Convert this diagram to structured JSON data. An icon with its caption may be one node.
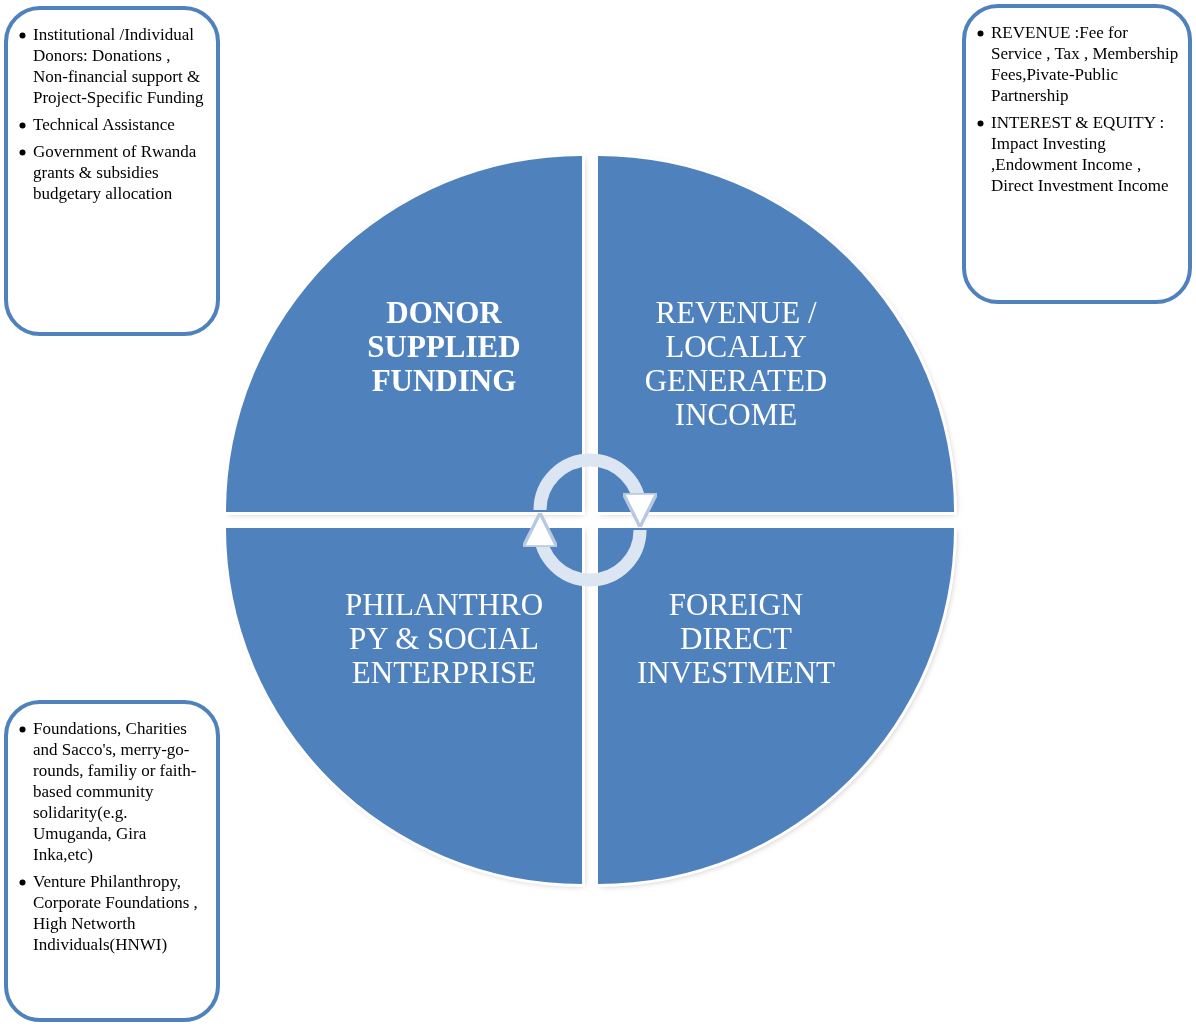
{
  "diagram": {
    "nodes": [
      {
        "text": [
          "Institutional /Individual Donors: Donations , Non-financial support & Project-Specific Funding",
          "Technical Assistance",
          "Government of Rwanda grants & subsidies budgetary allocation"
        ]
      },
      {
        "text": [
          "REVENUE :Fee for Service , Tax , Membership Fees,Pivate-Public Partnership",
          "INTEREST & EQUITY : Impact Investing ,Endowment Income , Direct Investment Income"
        ]
      },
      {
        "text": [
          "DONOR SUPPLIED FUNDING"
        ]
      },
      {
        "text": [
          "REVENUE / LOCALLY GENERATED INCOME"
        ]
      },
      {
        "text": [
          "PHILANTHRO PY & SOCIAL ENTERPRISE"
        ]
      },
      {
        "text": [
          "FOREIGN DIRECT INVESTMENT"
        ]
      },
      {
        "text": [
          "Foundations, Charities and Sacco's, merry-go-rounds, familiy or faith-based community solidarity(e.g. Umuganda, Gira Inka,etc)",
          "Venture Philanthropy, Corporate Foundations , High Networth Individuals(HNWI)"
        ]
      }
    ],
    "edges": [
      {
        "from": 2,
        "to": 3,
        "arrow": "to"
      },
      {
        "from": 5,
        "to": 4,
        "arrow": "to"
      }
    ]
  }
}
